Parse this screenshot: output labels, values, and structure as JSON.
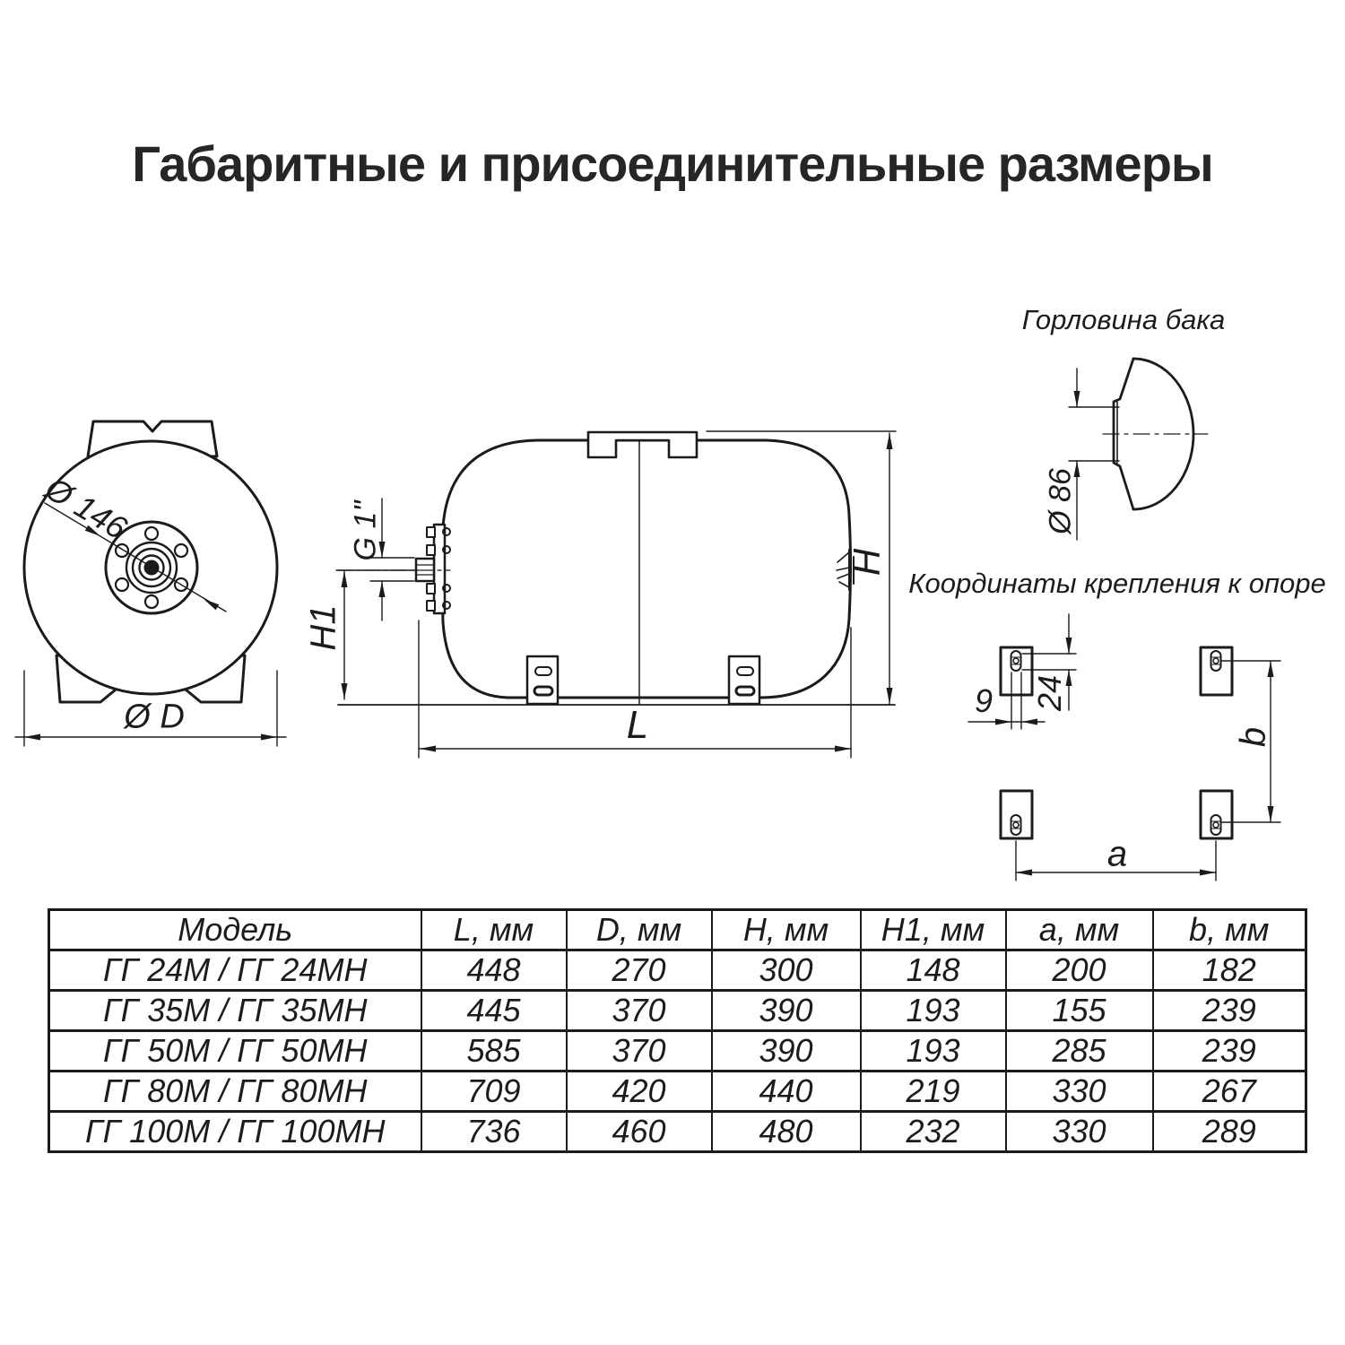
{
  "title": "Габаритные и присоединительные размеры",
  "front_view": {
    "dim_flange_diameter": "Ø 146",
    "dim_tank_diameter": "Ø D"
  },
  "side_view": {
    "dim_thread": "G 1\"",
    "dim_port_height": "H1",
    "dim_height": "H",
    "dim_length": "L"
  },
  "neck_view": {
    "title": "Горловина бака",
    "dim_neck_diameter": "Ø 86"
  },
  "mounting_view": {
    "title": "Координаты крепления к опоре",
    "dim_slot_width": "9",
    "dim_slot_length": "24",
    "dim_spacing_a": "a",
    "dim_spacing_b": "b"
  },
  "table": {
    "headers": [
      "Модель",
      "L, мм",
      "D, мм",
      "H, мм",
      "H1, мм",
      "a, мм",
      "b, мм"
    ],
    "rows": [
      [
        "ГГ 24М / ГГ 24МН",
        "448",
        "270",
        "300",
        "148",
        "200",
        "182"
      ],
      [
        "ГГ 35М / ГГ 35МН",
        "445",
        "370",
        "390",
        "193",
        "155",
        "239"
      ],
      [
        "ГГ 50М / ГГ 50МН",
        "585",
        "370",
        "390",
        "193",
        "285",
        "239"
      ],
      [
        "ГГ 80М / ГГ 80МН",
        "709",
        "420",
        "440",
        "219",
        "330",
        "267"
      ],
      [
        "ГГ 100М / ГГ 100МН",
        "736",
        "460",
        "480",
        "232",
        "330",
        "289"
      ]
    ]
  }
}
